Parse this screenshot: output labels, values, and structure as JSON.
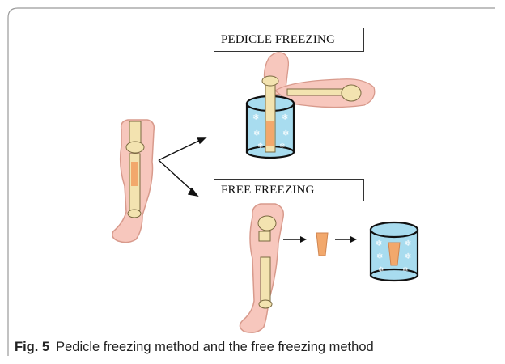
{
  "labels": {
    "pedicle": "PEDICLE FREEZING",
    "free": "FREE FREEZING"
  },
  "caption": {
    "figure_number": "Fig. 5",
    "text": "Pedicle freezing method and the free freezing method"
  },
  "colors": {
    "skin": "#f7c7bd",
    "skin_outline": "#d89a8c",
    "bone": "#f3e3b0",
    "bone_outline": "#7a6a40",
    "tumor": "#f2a86c",
    "liquid": "#a8dcef",
    "liquid_outline": "#111111",
    "frame": "#9a9a9a"
  },
  "icons": {
    "snowflake": "snowflake-icon",
    "arrow": "arrow-icon"
  }
}
